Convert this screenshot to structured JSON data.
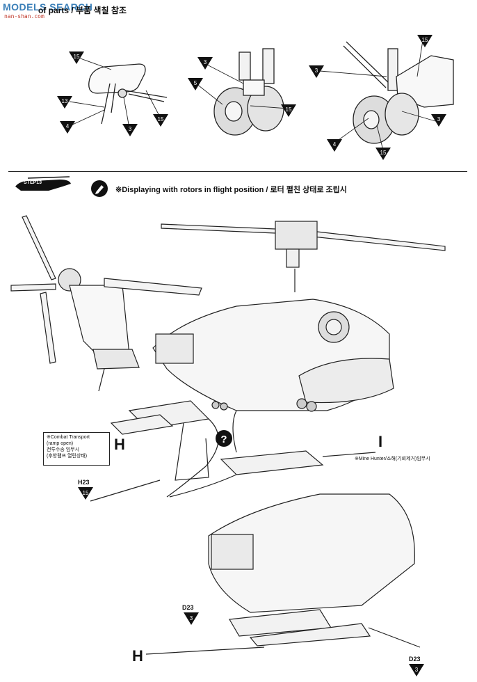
{
  "watermark": {
    "site": "MODELS SEARCH",
    "url": "nan-shan.com"
  },
  "header": {
    "title": "of parts / 부품 색칠 참조"
  },
  "step": {
    "label": "STEP13",
    "caption": "※Displaying with rotors in flight position / 로터 펼친 상태로 조립시"
  },
  "note_left": {
    "line1": "※Combat Transport",
    "line2": "(ramp open)",
    "line3": "전투수송 임무시",
    "line4": "(후방램프 열린상태)"
  },
  "note_right": "※Mine Hunter/소해(기뢰제거)임무시",
  "labels": {
    "H": "H",
    "I": "I",
    "H_bottom": "H",
    "H23": "H23",
    "D23_left": "D23",
    "D23_right": "D23",
    "question": "?"
  },
  "color_codes": {
    "a1": "15",
    "a2": "13",
    "a3": "4",
    "a4": "3",
    "a5": "15",
    "b1": "3",
    "b2": "5",
    "b3": "15",
    "c1": "15",
    "c2": "3",
    "c3": "4",
    "c4": "3",
    "c5": "15",
    "h23": "15",
    "d23l": "3",
    "d23r": "3"
  }
}
